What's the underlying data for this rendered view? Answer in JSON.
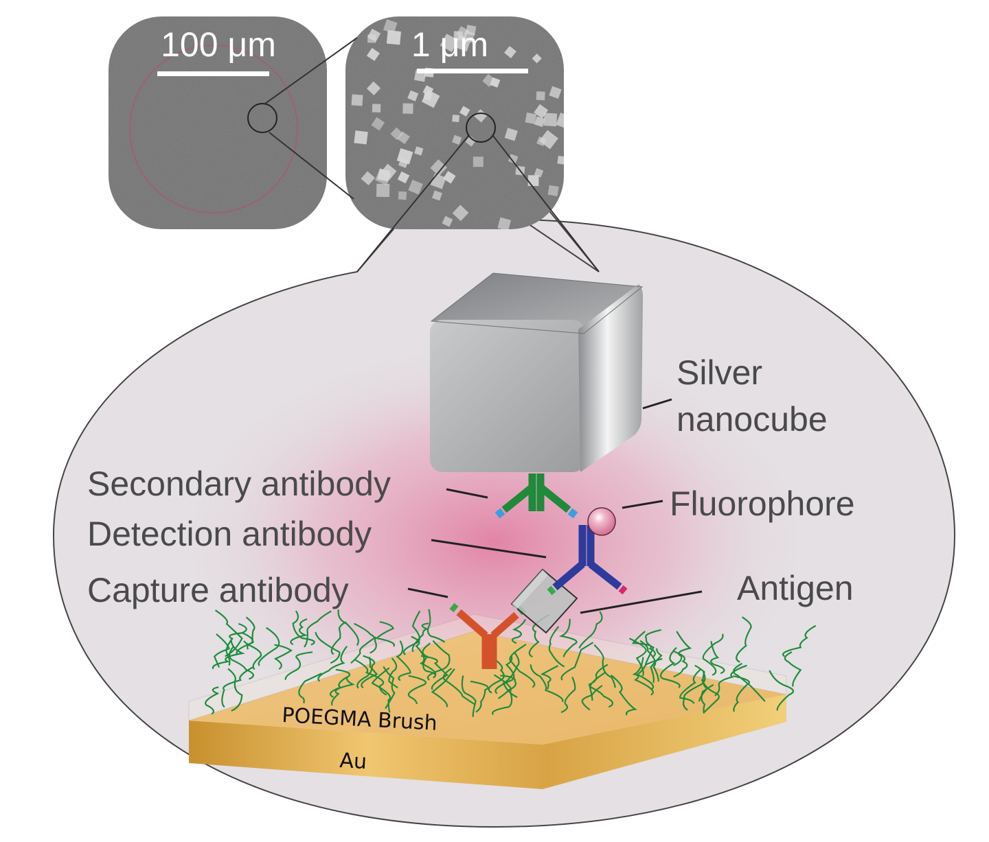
{
  "micrographs": {
    "left_scale_bar": "100 μm",
    "right_scale_bar": "1 μm"
  },
  "labels": {
    "silver_nanocube_line1": "Silver",
    "silver_nanocube_line2": "nanocube",
    "secondary_antibody": "Secondary antibody",
    "fluorophore": "Fluorophore",
    "detection_antibody": "Detection antibody",
    "capture_antibody": "Capture antibody",
    "antigen": "Antigen",
    "poegma_brush": "POEGMA Brush",
    "au": "Au"
  },
  "colors": {
    "bubble_fill": "#e4e0e4",
    "glow": "#e8a7bd",
    "nanocube": "#a8aaac",
    "secondary_antibody": "#1f8a3a",
    "detection_antibody": "#2e3a9c",
    "capture_antibody": "#d3522c",
    "antigen": "#b9c4c0",
    "fluorophore": "#e9a6bd",
    "polymer_brush": "#1e8c3c",
    "gold_substrate": "#e6b860"
  }
}
